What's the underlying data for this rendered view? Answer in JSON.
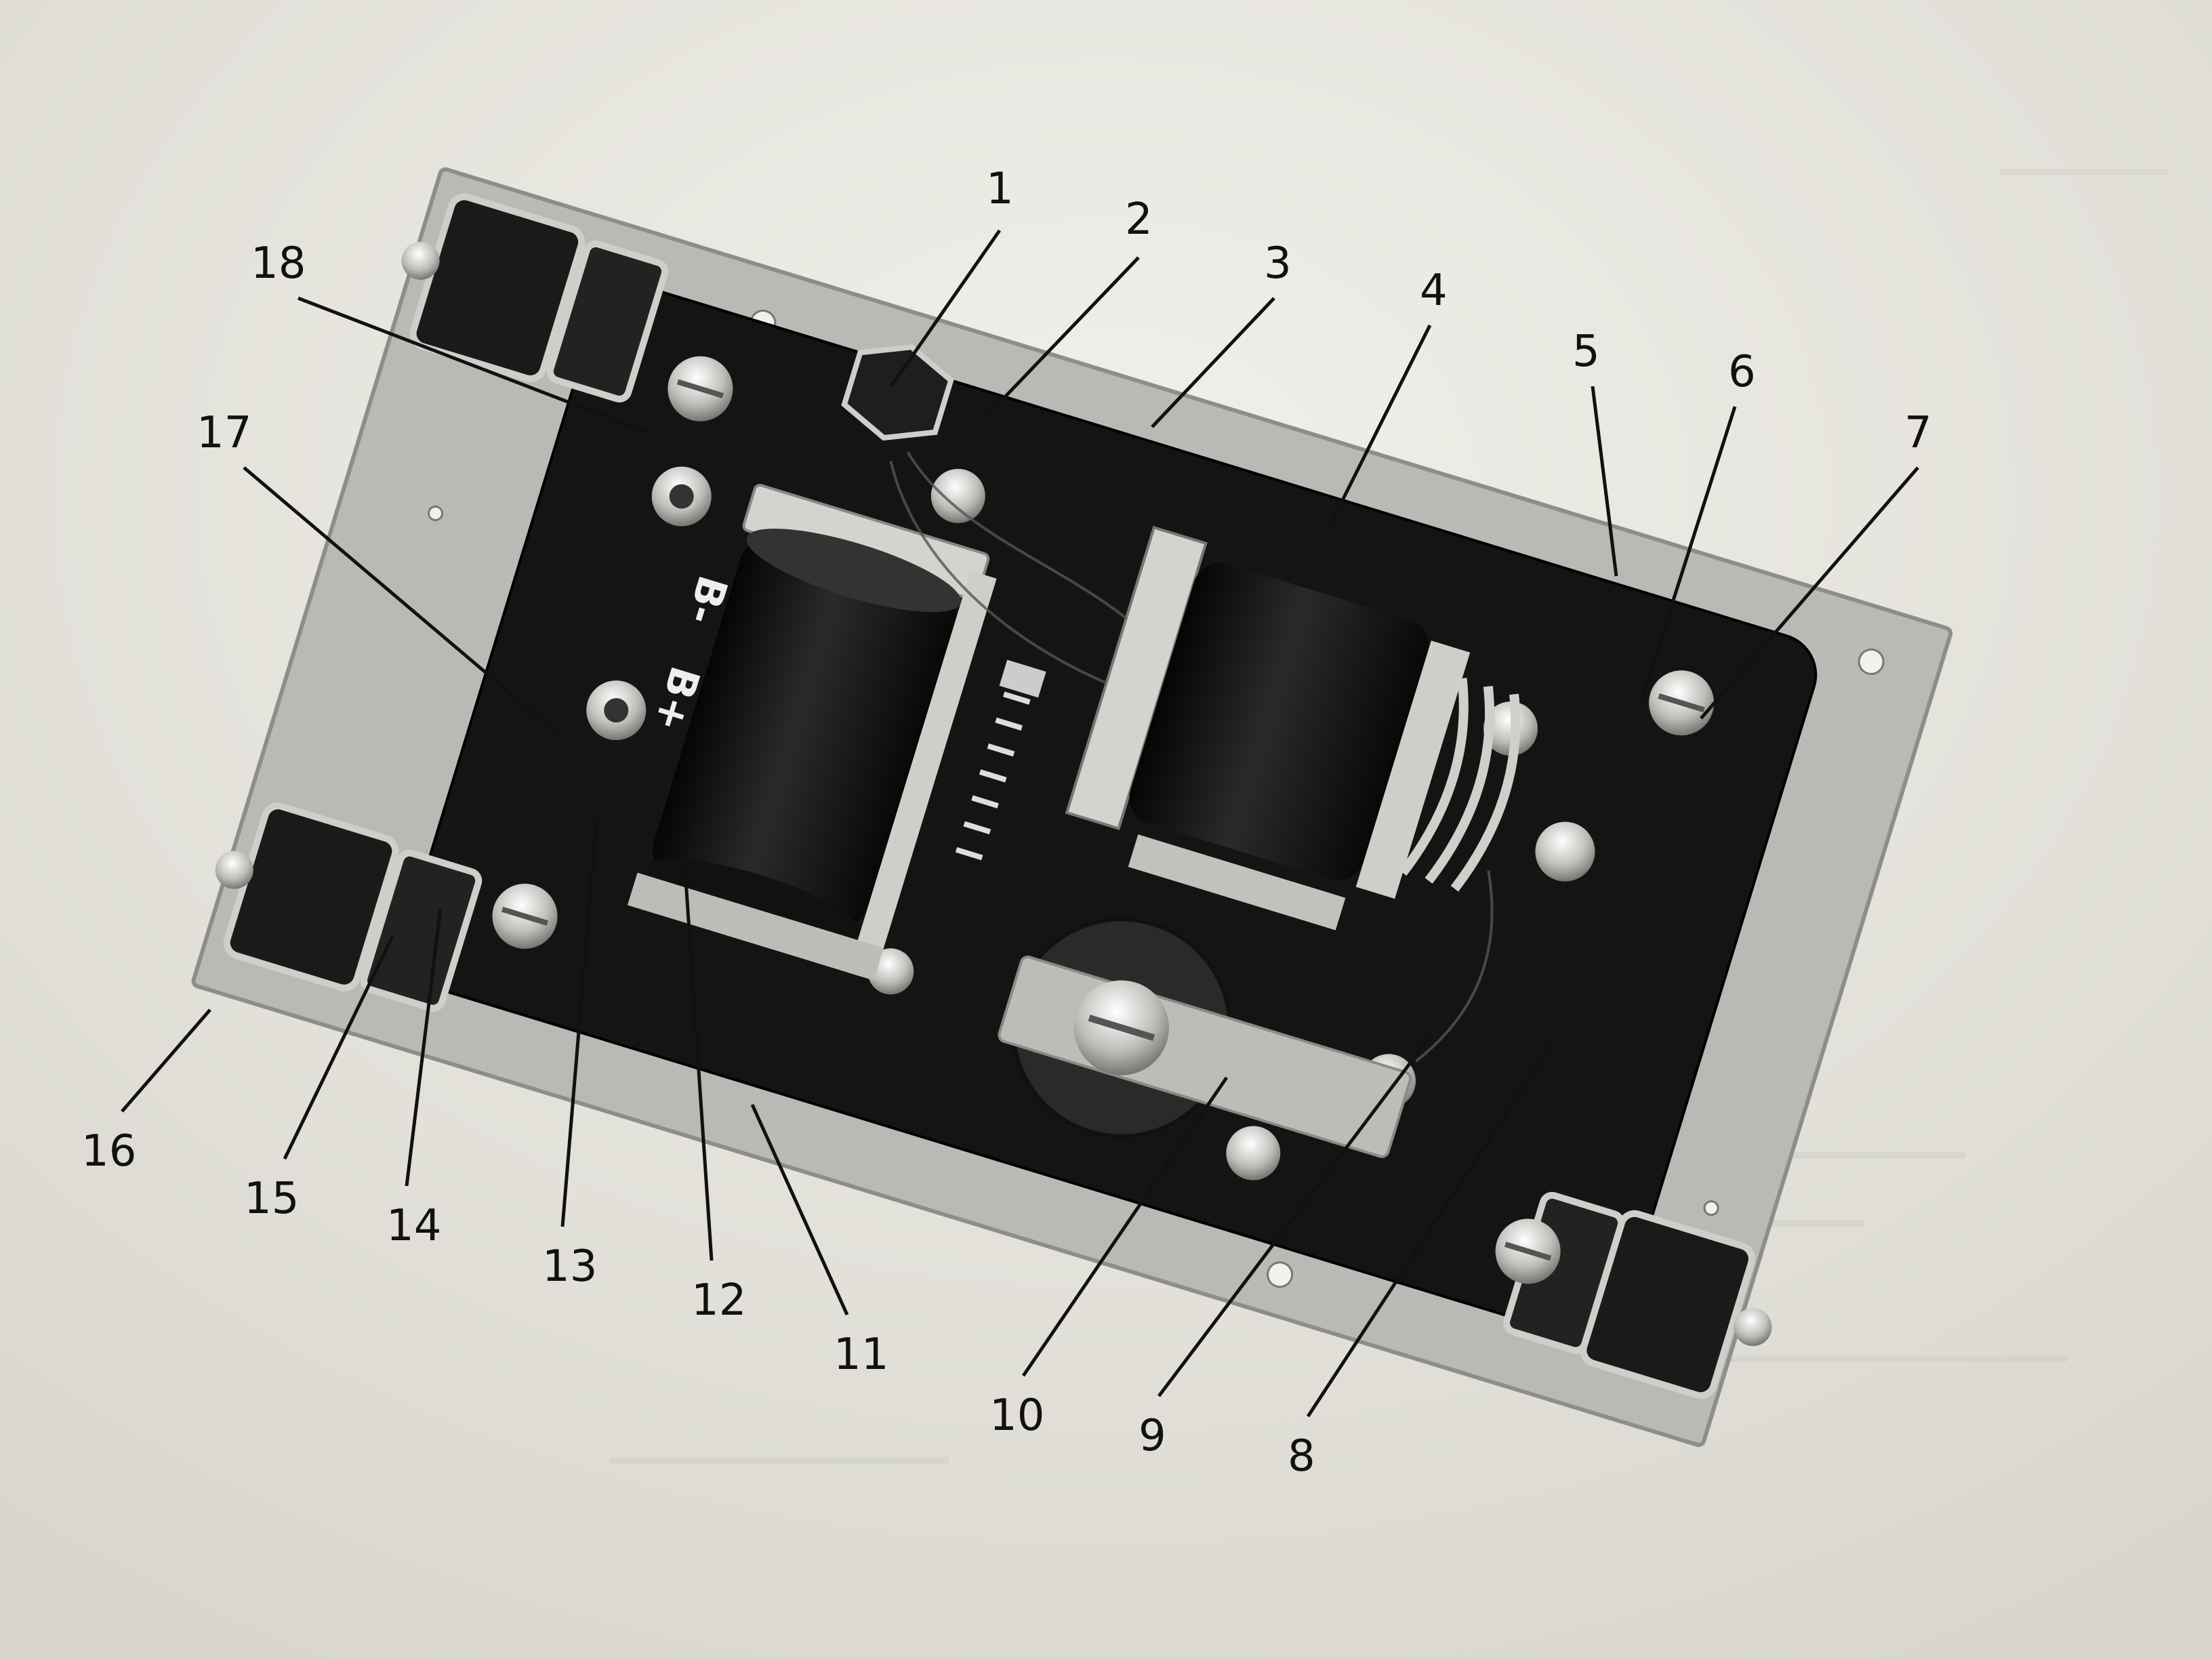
{
  "panel_markings": {
    "b_minus": "B-",
    "b_plus": "B+"
  },
  "callouts": [
    "1",
    "2",
    "3",
    "4",
    "5",
    "6",
    "7",
    "8",
    "9",
    "10",
    "11",
    "12",
    "13",
    "14",
    "15",
    "16",
    "17",
    "18"
  ],
  "colors": {
    "paper": "#ecebe4",
    "base_plate": "#b8b8b5",
    "panel": "#151515",
    "coil": "#0d0d0d",
    "metal": "#d6d6d2",
    "callout_text": "#111111"
  }
}
